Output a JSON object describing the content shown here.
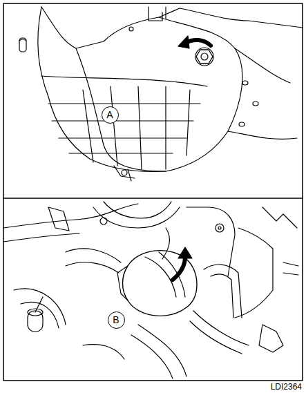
{
  "diagram": {
    "nodes": [
      {
        "text": [
          "A"
        ]
      },
      {
        "text": [
          "B"
        ]
      }
    ],
    "labels": [
      "LDI2364"
    ]
  }
}
